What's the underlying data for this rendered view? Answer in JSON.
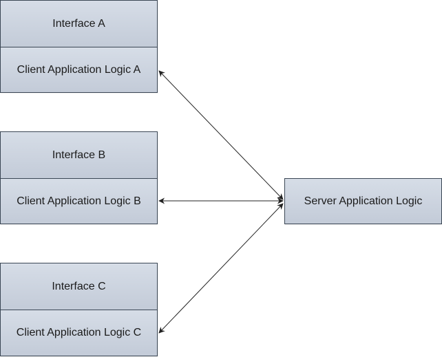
{
  "client_a": {
    "interface_label": "Interface A",
    "logic_label": "Client Application Logic A"
  },
  "client_b": {
    "interface_label": "Interface B",
    "logic_label": "Client Application Logic B"
  },
  "client_c": {
    "interface_label": "Interface C",
    "logic_label": "Client Application Logic C"
  },
  "server": {
    "logic_label": "Server Application Logic"
  },
  "colors": {
    "box_fill_top": "#d6dde7",
    "box_fill_bottom": "#c3cbd8",
    "box_border": "#3a4654",
    "arrow": "#222222"
  }
}
